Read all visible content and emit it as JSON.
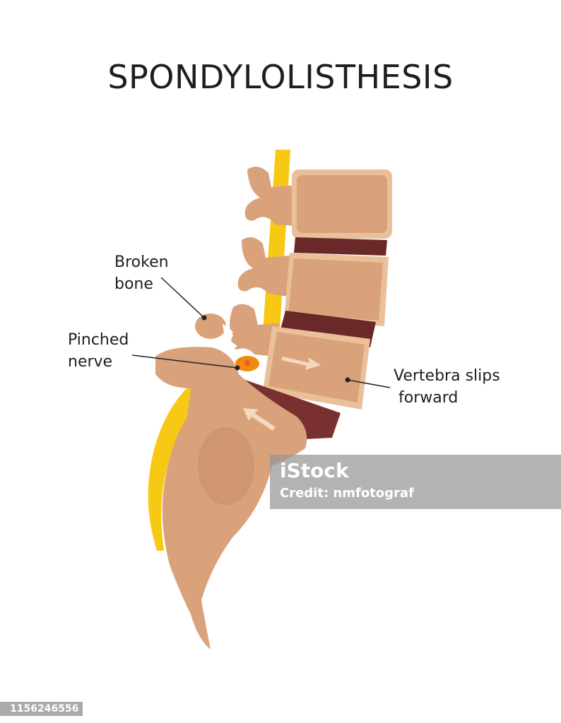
{
  "title": "SPONDYLOLISTHESIS",
  "labels": {
    "broken_bone": [
      "Broken",
      "bone"
    ],
    "pinched_nerve": [
      "Pinched",
      "nerve"
    ],
    "vertebra_slips": [
      "Vertebra slips",
      "forward"
    ]
  },
  "watermark": {
    "logo": "iStock",
    "credit": "Credit: nmfotograf"
  },
  "image_id": "1156246556",
  "colors": {
    "bone": "#d9a27a",
    "bone_light": "#eac09a",
    "disc": "#6b2828",
    "nerve": "#f7c814",
    "pinch": "#f08a12"
  }
}
